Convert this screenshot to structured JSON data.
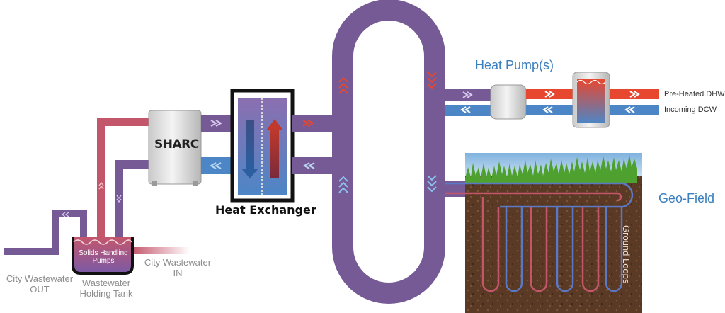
{
  "labels": {
    "heat_exchanger": "Heat Exchanger",
    "heat_pumps": "Heat Pump(s)",
    "sharc": "SHARC",
    "solids_handling_pumps": "Solids Handling Pumps",
    "city_wastewater_out": "City Wastewater OUT",
    "city_wastewater_in": "City Wastewater IN",
    "wastewater_holding_tank": "Wastewater Holding Tank",
    "pre_heated_dhw": "Pre-Heated DHW",
    "incoming_dcw": "Incoming DCW",
    "geo_field": "Geo-Field",
    "ground_loops": "Ground Loops"
  },
  "colors": {
    "loop_purple": "#755a96",
    "hot_red": "#e8472f",
    "cold_blue": "#4d86c6",
    "wastewater_red": "#c4566c",
    "label_blue": "#3a7fbf",
    "label_grey": "#8c8c8c"
  }
}
